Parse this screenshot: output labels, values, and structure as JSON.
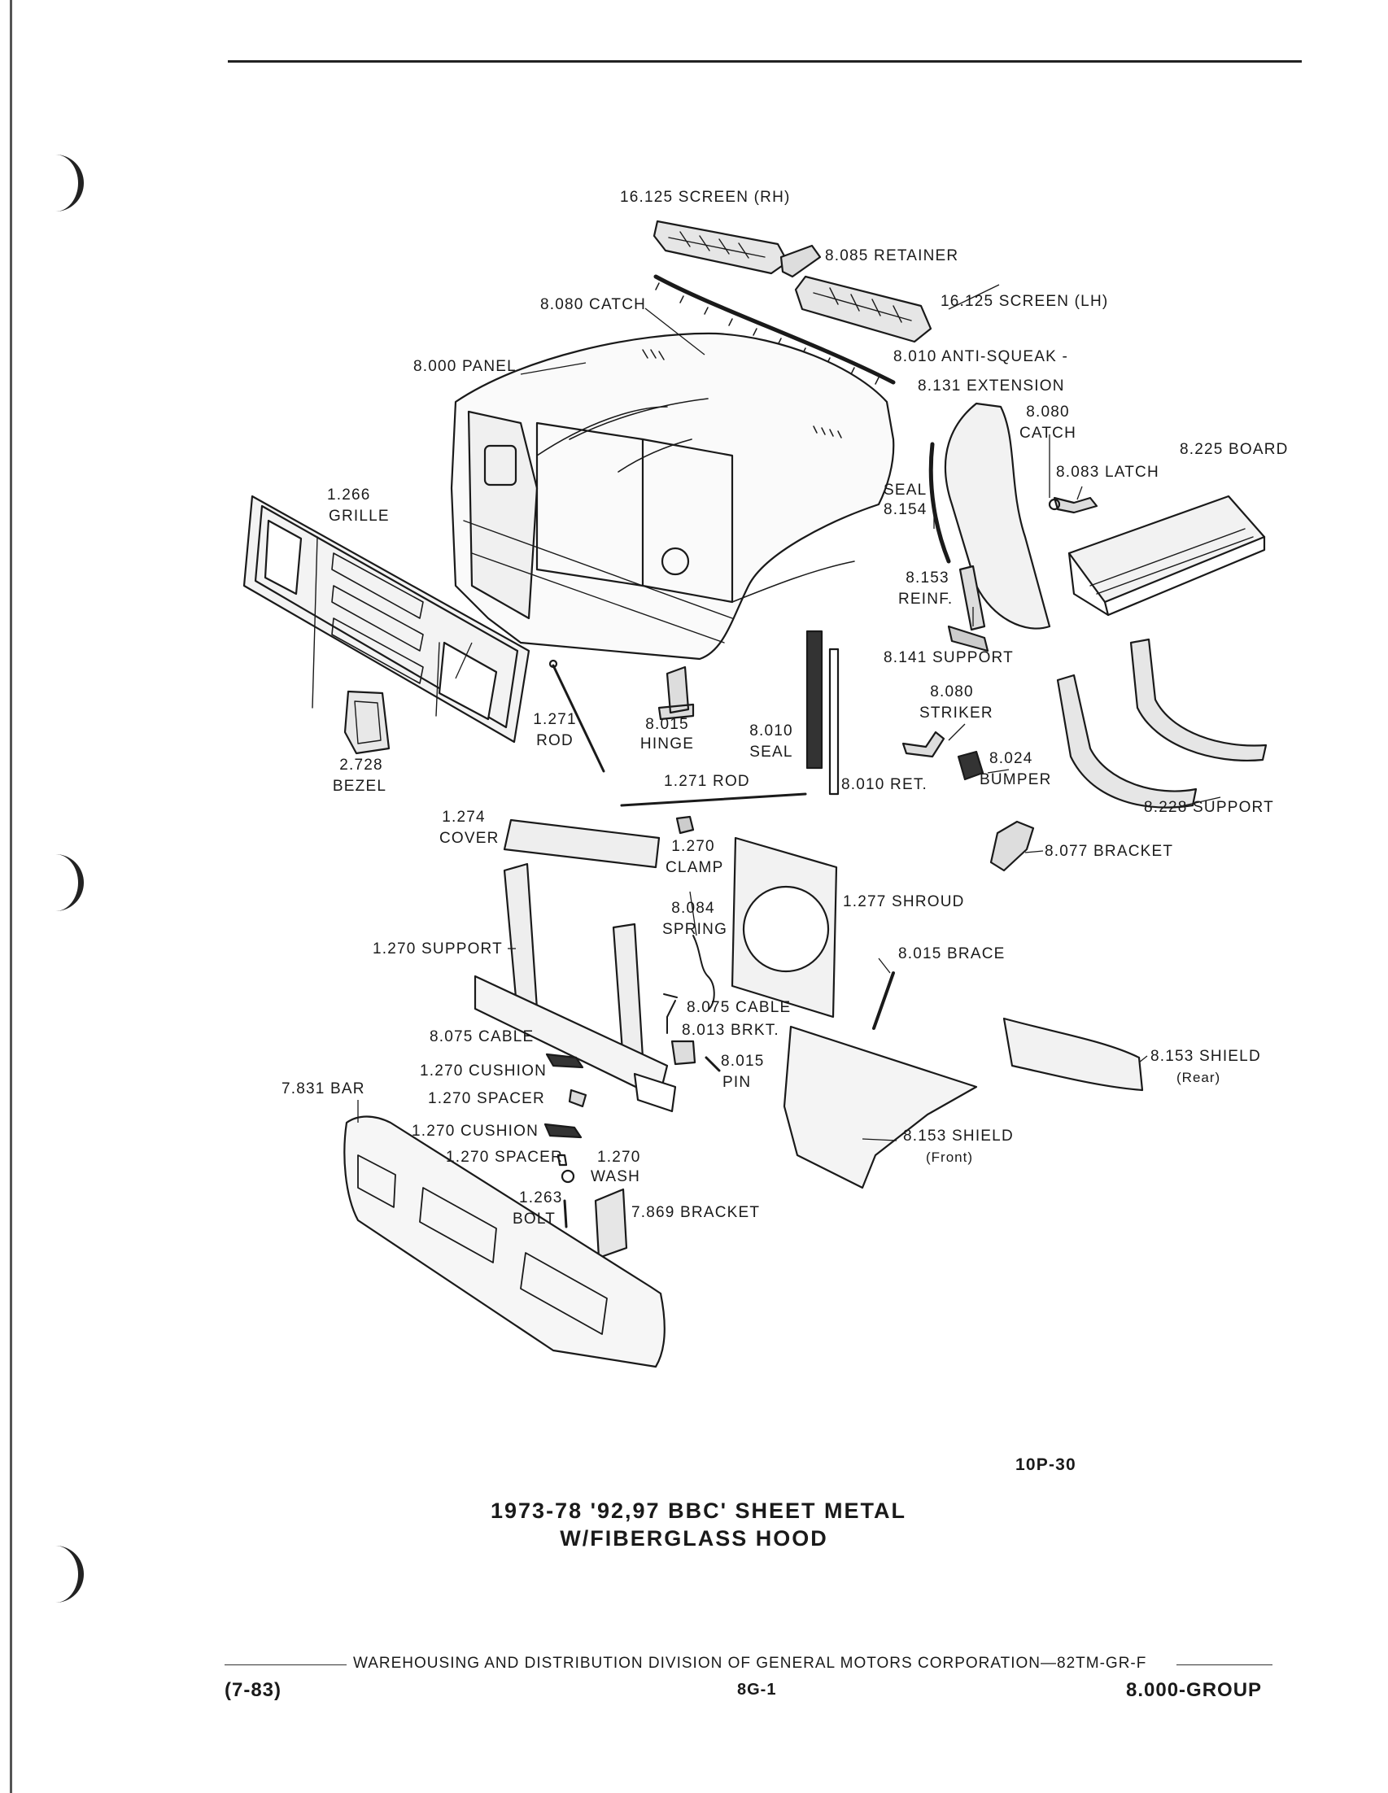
{
  "figure": {
    "code": "10P-30",
    "title_line1": "1973-78 '92,97 BBC' SHEET METAL",
    "title_line2": "W/FIBERGLASS HOOD"
  },
  "labels": {
    "screen_rh": "16.125 SCREEN  (RH)",
    "retainer": "8.085  RETAINER",
    "catch_top": "8.080 CATCH",
    "screen_lh": "16.125 SCREEN     (LH)",
    "panel": "8.000 PANEL",
    "anti_squeak": "8.010 ANTI-SQUEAK -",
    "extension": "8.131 EXTENSION",
    "catch_num": "8.080",
    "catch_word": "CATCH",
    "board": "8.225 BOARD",
    "latch": "8.083 LATCH",
    "seal_word": "SEAL",
    "seal_num": "8.154",
    "grille_num": "1.266",
    "grille_word": "GRILLE",
    "reinf_num": "8.153",
    "reinf_word": "REINF.",
    "support_141": "8.141 SUPPORT",
    "striker_num": "8.080",
    "striker_word": "STRIKER",
    "rod_num": "1.271",
    "rod_word": "ROD",
    "hinge_num": "8.015",
    "hinge_word": "HINGE",
    "seal2_num": "8.010",
    "seal2_word": "SEAL",
    "bumper_num": "8.024",
    "bumper_word": "BUMPER",
    "bezel_num": "2.728",
    "bezel_word": "BEZEL",
    "rod2": "1.271 ROD",
    "ret": "8.010 RET.",
    "support_228": "8.228 SUPPORT",
    "cover_num": "1.274",
    "cover_word": "COVER",
    "clamp_num": "1.270",
    "clamp_word": "CLAMP",
    "bracket_077": "8.077 BRACKET",
    "shroud": "1.277 SHROUD",
    "spring_num": "8.084",
    "spring_word": "SPRING",
    "support_270": "1.270  SUPPORT",
    "brace": "8.015 BRACE",
    "cable_right": "8.075 CABLE",
    "brkt": "8.013 BRKT.",
    "cable_left": "8.075 CABLE",
    "shield_rear_num": "8.153 SHIELD",
    "shield_rear_word": "(Rear)",
    "pin_num": "8.015",
    "pin_word": "PIN",
    "cushion1": "1.270 CUSHION",
    "bar": "7.831 BAR",
    "spacer1": "1.270 SPACER",
    "shield_front_num": "8.153 SHIELD",
    "shield_front_word": "(Front)",
    "cushion2": "1.270 CUSHION",
    "spacer2": "1.270 SPACER",
    "wash_num": "1.270",
    "wash_word": "WASH",
    "bolt_num": "1.263",
    "bolt_word": "BOLT",
    "bracket_869": "7.869 BRACKET"
  },
  "footer": {
    "division": "WAREHOUSING AND DISTRIBUTION  DIVISION OF GENERAL MOTORS CORPORATION—82TM-GR-F",
    "date": "(7-83)",
    "page": "8G-1",
    "group": "8.000-GROUP"
  }
}
